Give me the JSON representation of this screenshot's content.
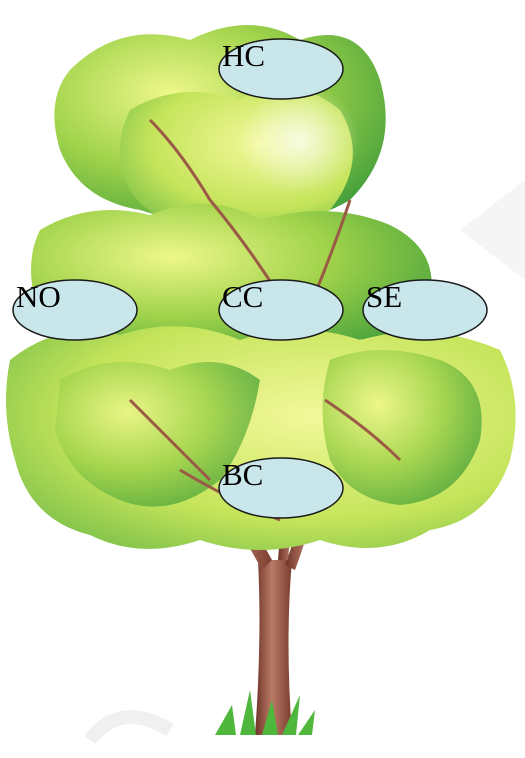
{
  "colors": {
    "node_fill": "#c9e6ea",
    "node_stroke": "#1a1a1a",
    "trunk": "#8a4a3a",
    "leaf_dark": "#3f9e3a",
    "leaf_mid": "#7cc43f",
    "leaf_light": "#d6ee6b",
    "grass": "#4fb83c"
  },
  "nodes": [
    {
      "id": "hc",
      "label": "HC"
    },
    {
      "id": "no",
      "label": "NO"
    },
    {
      "id": "cc",
      "label": "CC"
    },
    {
      "id": "se",
      "label": "SE"
    },
    {
      "id": "bc",
      "label": "BC"
    }
  ]
}
